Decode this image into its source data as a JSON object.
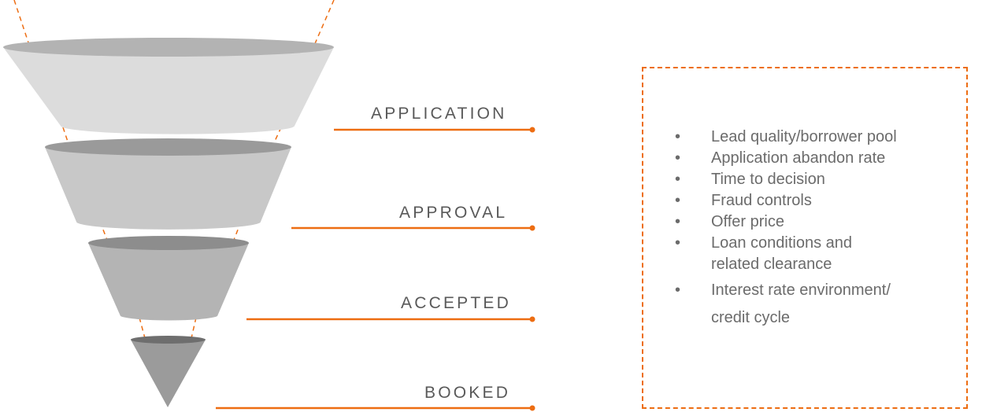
{
  "stages": [
    {
      "label": "APPLICATION"
    },
    {
      "label": "APPROVAL"
    },
    {
      "label": "ACCEPTED"
    },
    {
      "label": "BOOKED"
    }
  ],
  "factors": [
    {
      "lines": [
        "Lead quality/borrower pool"
      ]
    },
    {
      "lines": [
        "Application abandon rate"
      ]
    },
    {
      "lines": [
        "Time to decision"
      ]
    },
    {
      "lines": [
        "Fraud controls"
      ]
    },
    {
      "lines": [
        "Offer price"
      ]
    },
    {
      "lines": [
        "Loan conditions and",
        "related clearance"
      ]
    },
    {
      "lines": [
        "Interest rate environment/",
        "credit cycle"
      ]
    }
  ],
  "colors": {
    "accent": "#ed6d12",
    "text": "#595959",
    "tier1": "#d9d9d9",
    "tier2": "#c4c4c4",
    "tier3": "#b0b0b0",
    "tier4": "#999999"
  }
}
